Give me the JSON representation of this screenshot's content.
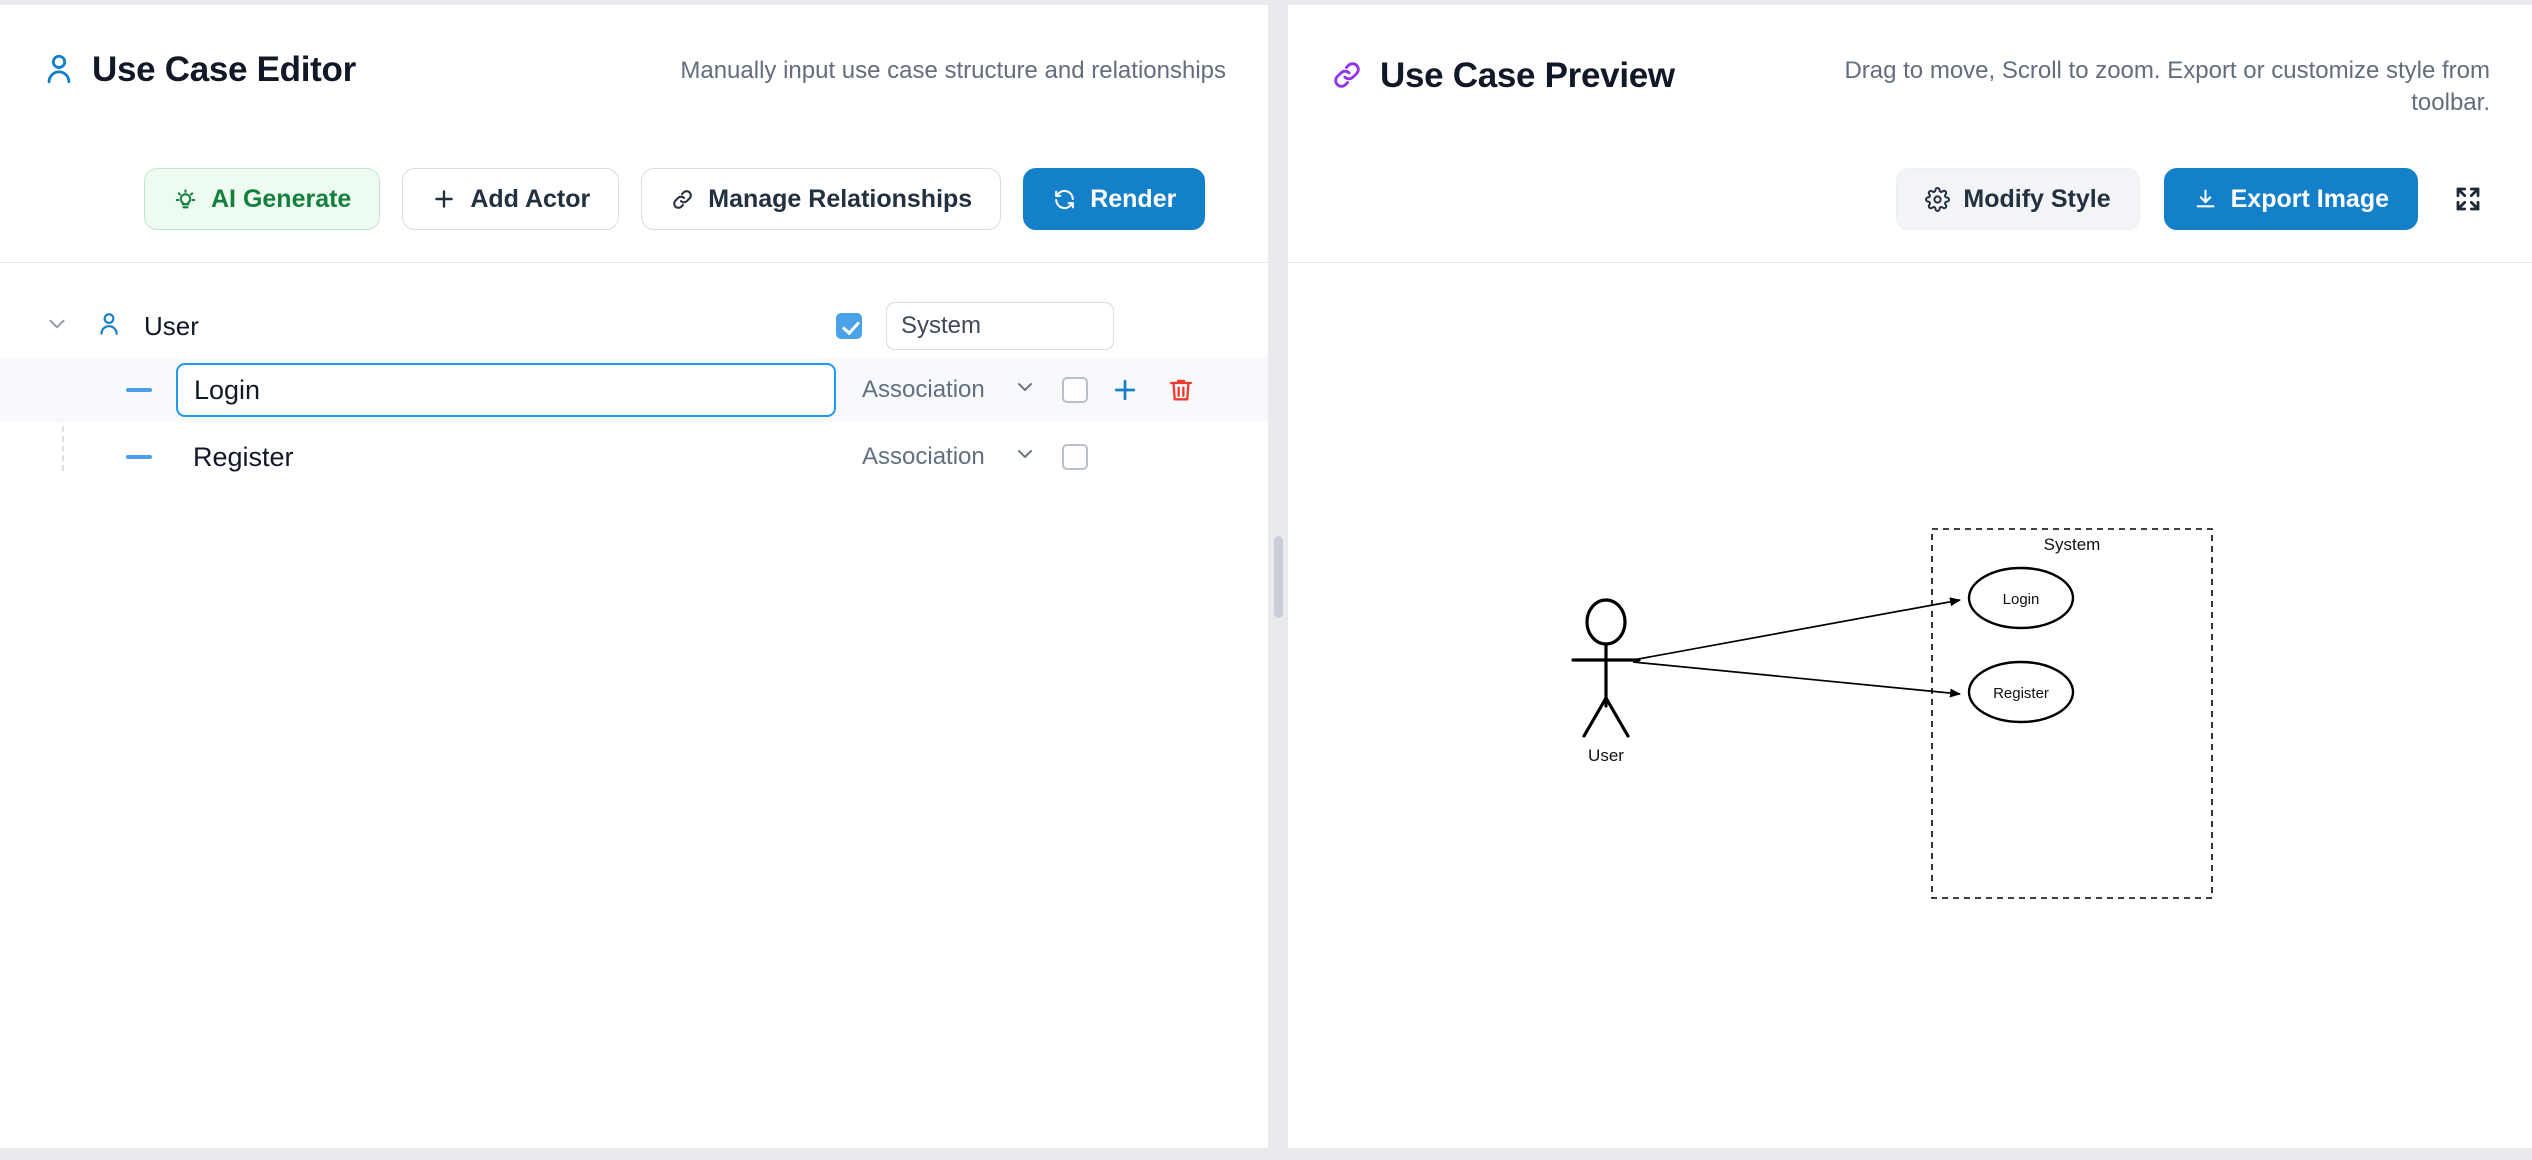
{
  "editor": {
    "title": "Use Case Editor",
    "hint": "Manually input use case structure and relationships",
    "icon": "user-icon",
    "toolbar": {
      "ai_generate": "AI Generate",
      "add_actor": "Add Actor",
      "manage_relationships": "Manage Relationships",
      "render": "Render"
    },
    "tree": {
      "actor": {
        "name": "User",
        "system_enabled": true,
        "system_name": "System",
        "expanded": true
      },
      "use_cases": [
        {
          "name": "Login",
          "relationship": "Association",
          "checked": false,
          "selected": true,
          "has_actions": true
        },
        {
          "name": "Register",
          "relationship": "Association",
          "checked": false,
          "selected": false,
          "has_actions": false
        }
      ]
    }
  },
  "preview": {
    "title": "Use Case Preview",
    "hint": "Drag to move, Scroll to zoom. Export or customize style from toolbar.",
    "icon": "link-icon",
    "toolbar": {
      "modify_style": "Modify Style",
      "export_image": "Export Image",
      "fullscreen": "fullscreen-icon"
    },
    "diagram": {
      "actor_label": "User",
      "system_label": "System",
      "use_cases": [
        "Login",
        "Register"
      ]
    }
  },
  "colors": {
    "primary": "#1480ca",
    "ai_accent": "#15803d",
    "danger": "#ef3b2d",
    "link_accent": "#9333ea",
    "actor_accent": "#1480ca"
  }
}
